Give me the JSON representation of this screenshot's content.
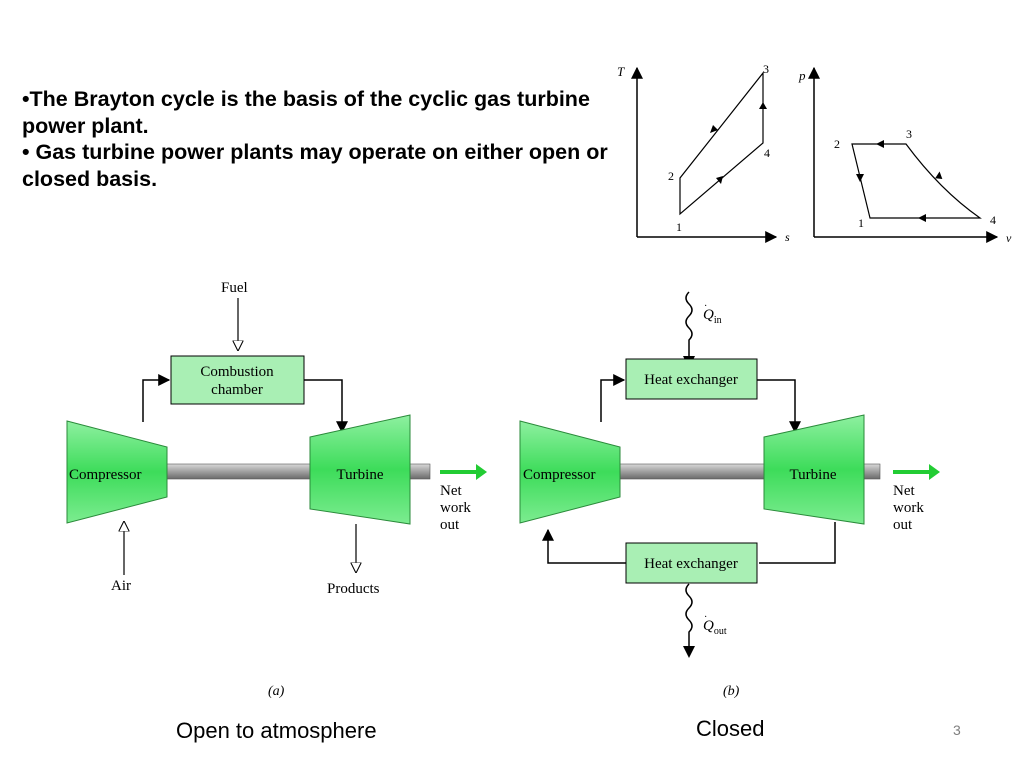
{
  "bullets": [
    "•The Brayton cycle is the basis of the cyclic gas turbine power plant.",
    "• Gas turbine power plants may operate on either open or closed basis."
  ],
  "ts_diagram": {
    "y_axis": "T",
    "x_axis": "s",
    "points": [
      "1",
      "2",
      "3",
      "4"
    ]
  },
  "pv_diagram": {
    "y_axis": "p",
    "x_axis": "v",
    "points": [
      "1",
      "2",
      "3",
      "4"
    ]
  },
  "open_cycle": {
    "fuel": "Fuel",
    "combustion_line1": "Combustion",
    "combustion_line2": "chamber",
    "compressor": "Compressor",
    "turbine": "Turbine",
    "air": "Air",
    "products": "Products",
    "net1": "Net",
    "net2": "work",
    "net3": "out",
    "tag": "(a)",
    "caption": "Open to atmosphere"
  },
  "closed_cycle": {
    "q_in": "Q",
    "q_in_sub": "in",
    "q_out": "Q",
    "q_out_sub": "out",
    "hx_top": "Heat exchanger",
    "hx_bottom": "Heat exchanger",
    "compressor": "Compressor",
    "turbine": "Turbine",
    "net1": "Net",
    "net2": "work",
    "net3": "out",
    "tag": "(b)",
    "caption": "Closed"
  },
  "slide_number": "3",
  "colors": {
    "component_fill": "#3ddc5a",
    "component_fill_light": "#a8f0b6",
    "box_fill": "#a9efb4",
    "work_arrow": "#22cc33",
    "shaft": "#a8a8a8"
  }
}
